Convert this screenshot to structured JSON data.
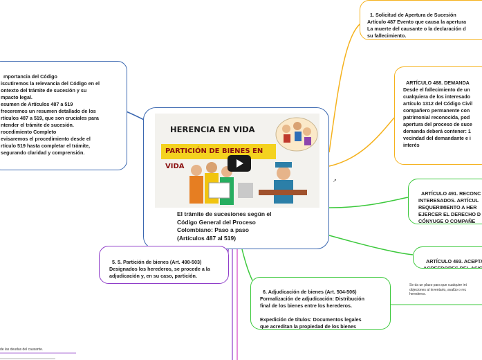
{
  "central": {
    "video_title_line1": "HERENCIA EN VIDA",
    "video_title_line2": "PARTICIÓN DE BIENES EN VIDA",
    "label": "El trámite de sucesiones según el\nCódigo General del Proceso\nColombiano: Paso a paso\n(Artículos 487 al 519)"
  },
  "nodes": {
    "left_intro": "mportancia del Código\niscutiremos la relevancia del Código en el\nontexto del trámite de sucesión y su\nmpacto legal.\nesumen de Artículos 487 a 519\nfreceremos un resumen detallado de los\nrtículos 487 a 519, que son cruciales para\nntender el trámite de sucesión.\nrocedimiento Completo\nevisaremos el procedimiento desde el\nrtículo 519 hasta completar el trámite,\nsegurando claridad y comprensión.",
    "top_right": "1. Solicitud de Apertura de Sucesión\nArtículo 487 Evento que causa la apertura\nLa muerte del causante o la declaración d\nsu fallecimiento.",
    "art488": "ARTÍCULO 488. DEMANDA\nDesde el fallecimiento de un\ncualquiera de los interesado\nartículo 1312 del Código Civil\ncompañero permanente con\npatrimonial reconocida, pod\napertura del proceso de suce\ndemanda deberá contener: 1\nvecindad del demandante e i\ninterés",
    "art491": "ARTÍCULO 491. RECONC\nINTERESADOS. ARTÍCUL\nREQUERIMIENTO A HER\nEJERCER EL DERECHO D\nCÓNYUGE O COMPAÑE",
    "art493": "ARTÍCULO 493. ACEPTA\nACREEDORES DEL ASIG",
    "particion": "5. 5. Partición de bienes (Art. 498-503)\nDesignados los herederos, se procede a la\nadjudicación y, en su caso, partición.",
    "adjudicacion": "6. Adjudicación de bienes (Art. 504-506)\nFormalización de adjudicación: Distribución\nfinal de los bienes entre los herederos.\n\nExpedición de títulos: Documentos legales\nque acreditan la propiedad de los bienes"
  },
  "notes": {
    "plazo": "Se da un plazo para que cualquier int\nobjeciones al inventario, avalúo o rec\nherederos.",
    "deudas": "de las deudas del causante."
  },
  "colors": {
    "blue": "#3a67b0",
    "orange": "#f5b21e",
    "green": "#3dc93d",
    "purple": "#8f3dc9",
    "pink": "#d63fc4"
  }
}
